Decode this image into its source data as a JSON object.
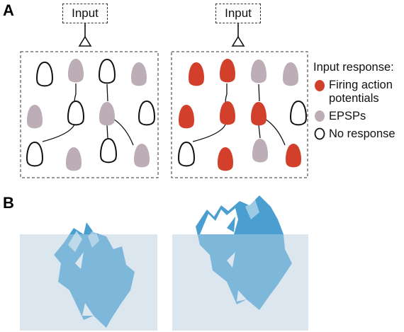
{
  "panels": {
    "a_label": "A",
    "b_label": "B"
  },
  "inputs": {
    "left_label": "Input",
    "right_label": "Input"
  },
  "legend": {
    "title": "Input response:",
    "items": [
      {
        "label": "Firing action potentials",
        "line1": "Firing action",
        "line2": "potentials",
        "color": "#d2402c"
      },
      {
        "label": "EPSPs",
        "color": "#bcadb6"
      },
      {
        "label": "No response",
        "color": "#ffffff"
      }
    ]
  },
  "colors": {
    "firing": "#d2402c",
    "epsp": "#bcadb6",
    "no_response_fill": "#ffffff",
    "outline": "#111111",
    "iceberg": "#4a9fd0",
    "water": "#dce6ee"
  },
  "networks": {
    "left": [
      "none",
      "epsp",
      "none",
      "epsp",
      "epsp",
      "none",
      "epsp",
      "none",
      "none",
      "epsp",
      "none",
      "epsp"
    ],
    "right": [
      "firing",
      "firing",
      "epsp",
      "epsp",
      "firing",
      "firing",
      "firing",
      "none",
      "none",
      "firing",
      "epsp",
      "firing"
    ]
  }
}
